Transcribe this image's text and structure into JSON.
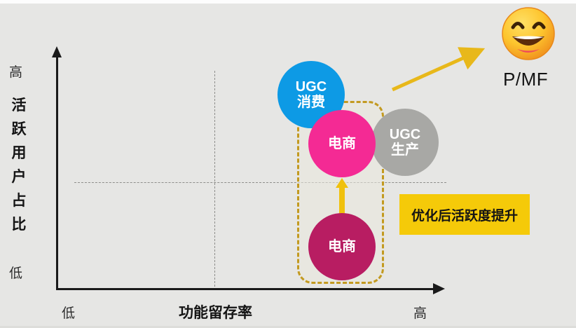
{
  "chart_data": {
    "type": "scatter",
    "title": "",
    "xlabel": "功能留存率",
    "ylabel": "活跃用户占比",
    "xticks": [
      "低",
      "高"
    ],
    "yticks": [
      "高",
      "低"
    ],
    "grid": true,
    "legend": "none",
    "xlim": [
      0,
      100
    ],
    "ylim": [
      0,
      100
    ],
    "points": [
      {
        "label_line1": "UGC",
        "label_line2": "消费",
        "x": 66,
        "y": 80,
        "size": 96,
        "color": "#0d9ae5"
      },
      {
        "label_line1": "电商",
        "label_line2": "",
        "x": 74,
        "y": 59,
        "size": 96,
        "color": "#f42a94"
      },
      {
        "label_line1": "UGC",
        "label_line2": "生产",
        "x": 90,
        "y": 60,
        "size": 96,
        "color": "#a8a8a5"
      },
      {
        "label_line1": "电商",
        "label_line2": "",
        "x": 74,
        "y": 15,
        "size": 96,
        "color": "#b81d62"
      }
    ],
    "annotations": [
      {
        "name": "growth-arrow",
        "text": "",
        "from": [
          74,
          21
        ],
        "to": [
          74,
          53
        ],
        "color": "#f0c10d"
      },
      {
        "name": "pmf-arrow",
        "text": "",
        "color": "#e8b81a"
      },
      {
        "name": "focus-region",
        "text": "",
        "color": "#c39a20"
      }
    ]
  },
  "axes": {
    "y": {
      "high_label": "高",
      "low_label": "低",
      "title": "活跃用户占比"
    },
    "x": {
      "low_label": "低",
      "high_label": "高",
      "title": "功能留存率"
    }
  },
  "bubbles": {
    "ugc_consume": {
      "line1": "UGC",
      "line2": "消费",
      "color": "#0d9ae5"
    },
    "ecommerce_new": {
      "line1": "电商",
      "color": "#f42a94"
    },
    "ugc_produce": {
      "line1": "UGC",
      "line2": "生产",
      "color": "#a8a8a5"
    },
    "ecommerce_old": {
      "line1": "电商",
      "color": "#b81d62"
    }
  },
  "callout": {
    "text": "优化后活跃度提升",
    "bg_color": "#f5ca09"
  },
  "pmf": {
    "label": "P/MF",
    "emoji_name": "grinning-face-with-smiling-eyes"
  },
  "colors": {
    "background": "#e6e6e4",
    "axis": "#1a1a1a",
    "grid": "#8d8d8a",
    "focus_border": "#c39a20",
    "arrow_yellow": "#f0c10d",
    "pmf_arrow": "#e8b81a"
  }
}
